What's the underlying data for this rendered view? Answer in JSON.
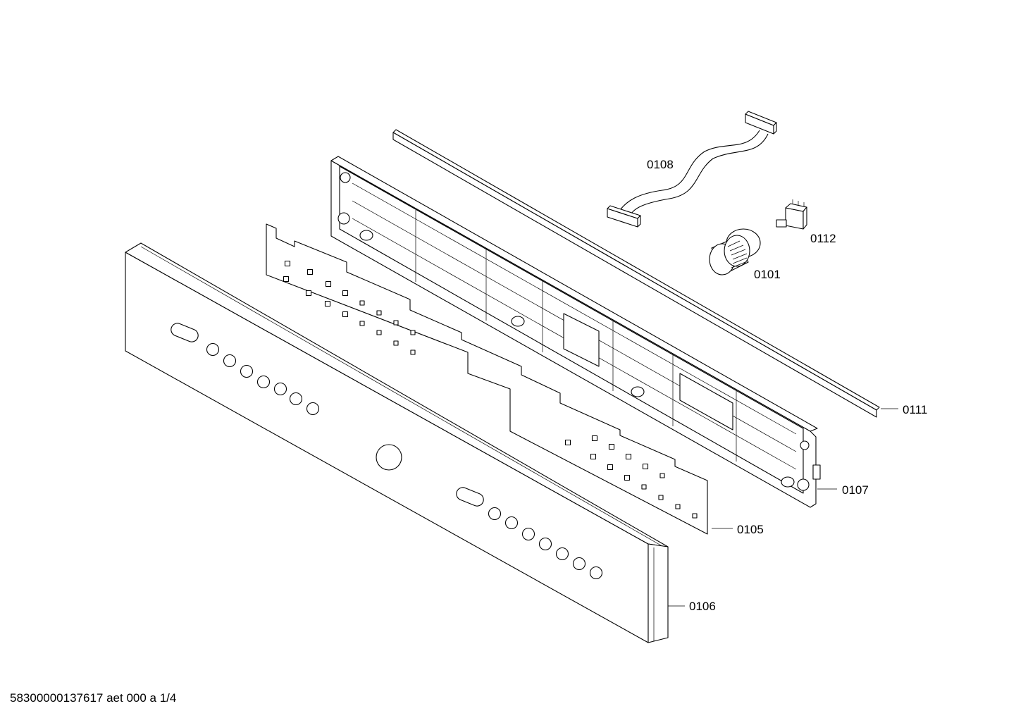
{
  "callouts": [
    {
      "id": "0108",
      "name": "ribbon-cable"
    },
    {
      "id": "0112",
      "name": "rotary-encoder"
    },
    {
      "id": "0101",
      "name": "control-knob"
    },
    {
      "id": "0111",
      "name": "strip"
    },
    {
      "id": "0107",
      "name": "panel-frame"
    },
    {
      "id": "0105",
      "name": "circuit-board"
    },
    {
      "id": "0106",
      "name": "front-fascia"
    }
  ],
  "footer": "58300000137617 aet 000 a 1/4"
}
